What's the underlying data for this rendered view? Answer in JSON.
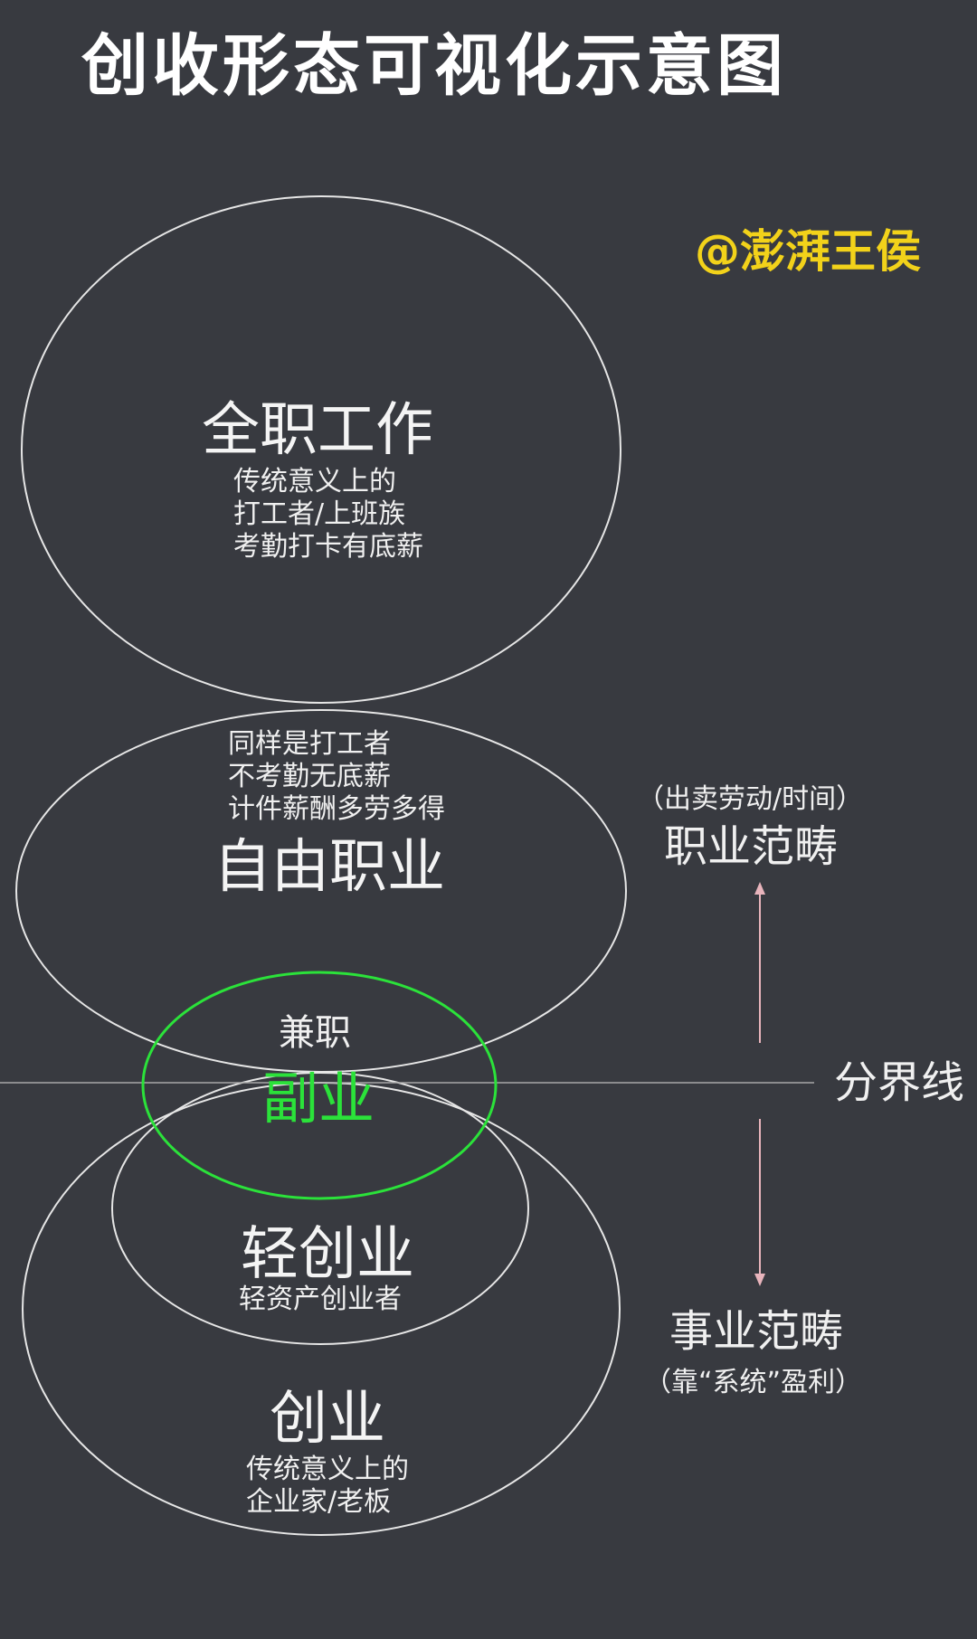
{
  "title": "创收形态可视化示意图",
  "watermark": "@澎湃王侯",
  "colors": {
    "background": "#383a40",
    "outline": "#e6e6e6",
    "accent_green": "#2be23a",
    "watermark_yellow": "#f2d21a",
    "arrow_pink": "#e8b4bc"
  },
  "full_time": {
    "title": "全职工作",
    "lines": [
      "传统意义上的",
      "打工者/上班族",
      "考勤打卡有底薪"
    ]
  },
  "freelance": {
    "lines": [
      "同样是打工者",
      "不考勤无底薪",
      "计件薪酬多劳多得"
    ],
    "title": "自由职业"
  },
  "side_job": {
    "label": "兼职",
    "title": "副业"
  },
  "light_startup": {
    "title": "轻创业",
    "subtitle": "轻资产创业者"
  },
  "startup": {
    "title": "创业",
    "lines": [
      "传统意义上的",
      "企业家/老板"
    ]
  },
  "divider_label": "分界线",
  "career_scope": {
    "note": "（出卖劳动/时间）",
    "title": "职业范畴"
  },
  "business_scope": {
    "title": "事业范畴",
    "note": "（靠“系统”盈利）"
  }
}
